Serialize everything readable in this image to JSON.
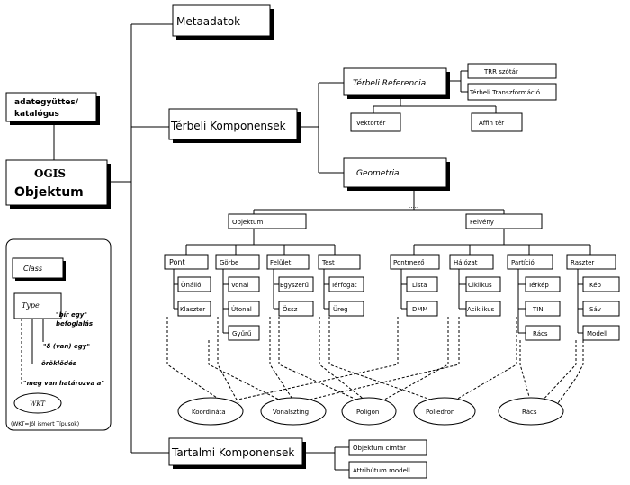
{
  "nodes": {
    "metaadatok": "Metaadatok",
    "adategyuttes": [
      "adategyüttes/",
      "katalógus"
    ],
    "ogis": [
      "OGIS",
      "Objektum"
    ],
    "terbeli_komponensek": "Térbeli Komponensek",
    "terbeli_referencia": "Térbeli Referencia",
    "trr_szotar": "TRR szótár",
    "terbeli_transzformacio": "Térbeli Transzformáció",
    "vektorter": "Vektortér",
    "affinter": "Affin tér",
    "geometria": "Geometria",
    "objektum": "Objektum",
    "feluleny": "Felvény",
    "pont": "Pont",
    "gorbe": "Görbe",
    "felulet": "Felület",
    "test": "Test",
    "pontmezo": "Pontmező",
    "halozat": "Hálózat",
    "particio": "Partíció",
    "raszter": "Raszter",
    "onallo": "Önálló",
    "klaszter": "Klaszter",
    "vonal": "Vonal",
    "utonal": "Útonal",
    "gyuru": "Gyűrű",
    "egyszeru": "Egyszerű",
    "ossz": "Össz",
    "terfogat": "Térfogat",
    "ureg": "Üreg",
    "lista": "Lista",
    "dmm": "DMM",
    "ciklikus": "Ciklikus",
    "aciklikus": "Aciklikus",
    "terkep": "Térkép",
    "tin": "TIN",
    "racs_node": "Rács",
    "kep": "Kép",
    "sav": "Sáv",
    "modell": "Modell",
    "tartalmi_komponensek": "Tartalmi Komponensek",
    "objektum_cimtar": "Objektum címtár",
    "attributum_modell": "Attribútum modell",
    "ellipszis": "....."
  },
  "ellipses": {
    "koordinata": "Koordináta",
    "vonalszting": "Vonalszting",
    "poligon": "Poligon",
    "poliedron": "Poliedron",
    "racs": "Rács"
  },
  "legend": {
    "class": "Class",
    "type": "Type",
    "bir_egy": "\"bír egy\"",
    "befoglalas": "befoglalás",
    "egy_van": "\"δ (van) egy\"",
    "oroklodes": "öröklődés",
    "meg_van": "\"meg van határozva a\"",
    "wkt": "WKT",
    "wkt_full": "(WKT=Jól ismert Típusok)"
  }
}
